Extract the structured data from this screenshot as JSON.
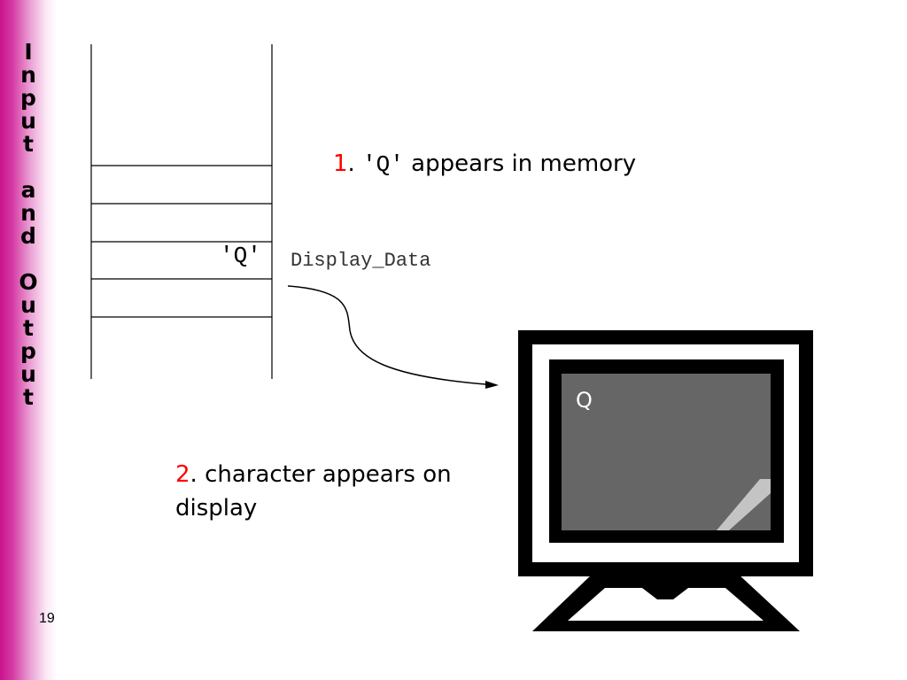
{
  "sidebar": {
    "title": "I\nn\np\nu\nt\n \na\nn\nd\n \nO\nu\nt\np\nu\nt"
  },
  "page_number": "19",
  "memory": {
    "value": "'Q'",
    "variable_name": "Display_Data"
  },
  "steps": [
    {
      "number": "1",
      "dot": ".",
      "code": "'Q'",
      "text": " appears in memory"
    },
    {
      "number": "2",
      "dot": ".",
      "text": " character appears on display"
    }
  ],
  "monitor": {
    "displayed_char": "Q"
  },
  "colors": {
    "accent": "#c8128c",
    "step_number": "#ff0000",
    "screen": "#666666"
  }
}
